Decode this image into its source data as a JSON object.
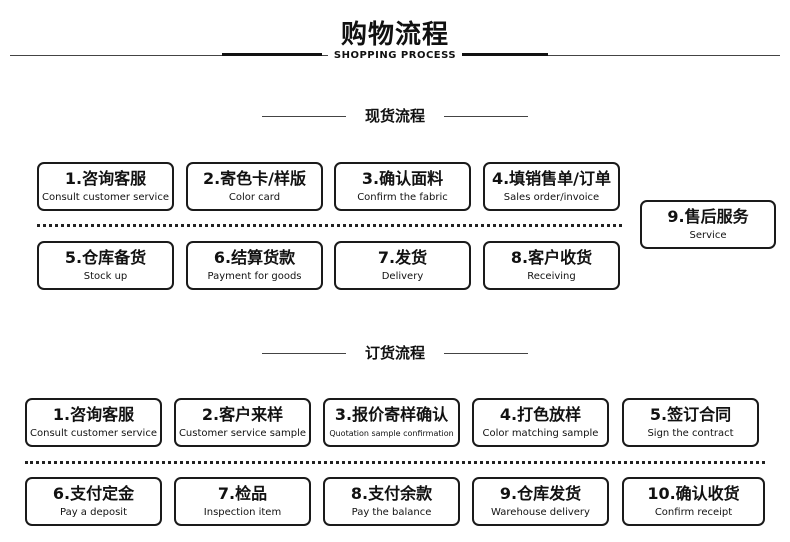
{
  "header": {
    "title": "购物流程",
    "subtitle": "SHOPPING PROCESS"
  },
  "spot": {
    "title": "现货流程",
    "row1": [
      {
        "zh": "1.咨询客服",
        "en": "Consult customer service"
      },
      {
        "zh": "2.寄色卡/样版",
        "en": "Color card"
      },
      {
        "zh": "3.确认面料",
        "en": "Confirm the fabric"
      },
      {
        "zh": "4.填销售单/订单",
        "en": "Sales order/invoice"
      }
    ],
    "row2": [
      {
        "zh": "5.仓库备货",
        "en": "Stock up"
      },
      {
        "zh": "6.结算货款",
        "en": "Payment for goods"
      },
      {
        "zh": "7.发货",
        "en": "Delivery"
      },
      {
        "zh": "8.客户收货",
        "en": "Receiving"
      }
    ],
    "service": {
      "zh": "9.售后服务",
      "en": "Service"
    }
  },
  "order": {
    "title": "订货流程",
    "row1": [
      {
        "zh": "1.咨询客服",
        "en": "Consult customer service"
      },
      {
        "zh": "2.客户来样",
        "en": "Customer service sample"
      },
      {
        "zh": "3.报价寄样确认",
        "en": "Quotation sample confirmation"
      },
      {
        "zh": "4.打色放样",
        "en": "Color matching sample"
      },
      {
        "zh": "5.签订合同",
        "en": "Sign the contract"
      }
    ],
    "row2": [
      {
        "zh": "6.支付定金",
        "en": "Pay a deposit"
      },
      {
        "zh": "7.检品",
        "en": "Inspection item"
      },
      {
        "zh": "8.支付余款",
        "en": "Pay the balance"
      },
      {
        "zh": "9.仓库发货",
        "en": "Warehouse delivery"
      },
      {
        "zh": "10.确认收货",
        "en": "Confirm receipt"
      }
    ]
  }
}
